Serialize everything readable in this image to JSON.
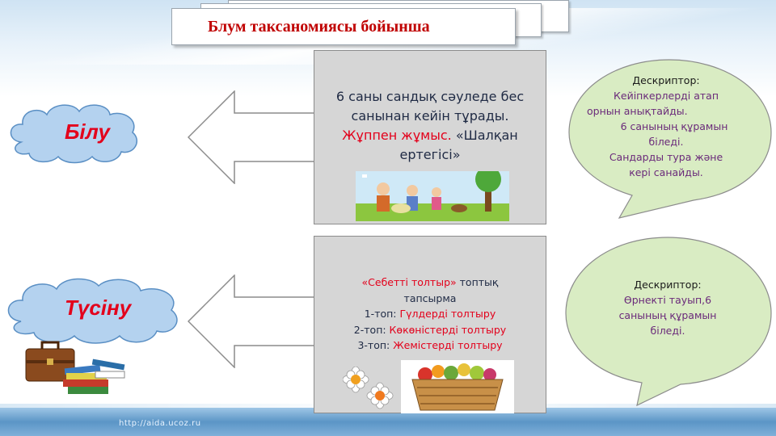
{
  "header": {
    "title": "Блум таксаномиясы бойынша"
  },
  "footer": {
    "url": "http://aida.ucoz.ru"
  },
  "levels": [
    {
      "label": "Білу",
      "panel": {
        "line1": "6 саны сандық сәуледе бес",
        "line2": "санынан кейін тұрады.",
        "group_work": "Жұппен жұмыс.",
        "tale": " «Шалқан",
        "tale_end": "ертегісі»"
      },
      "descriptor": {
        "title": "Дескриптор:",
        "line1": "Кейіпкерлерді атап",
        "line2": "орнын анықтайды.",
        "line3": "6 санының құрамын",
        "line4": "біледі.",
        "line5": "Сандарды тура және",
        "line6": "кері санайды."
      }
    },
    {
      "label": "Түсіну",
      "panel": {
        "task_name": "«Себетті толтыр»",
        "task_rest": " топтық",
        "task_word": "тапсырма",
        "g1_prefix": "1-топ: ",
        "g1_task": "Гүлдерді толтыру",
        "g2_prefix": "2-топ: ",
        "g2_task": "Көкөністерді толтыру",
        "g3_prefix": "3-топ: ",
        "g3_task": "Жемістерді толтыру"
      },
      "descriptor": {
        "title": "Дескриптор:",
        "line1": "Өрнекті тауып,6",
        "line2": "санының құрамын",
        "line3": "біледі."
      }
    }
  ],
  "colors": {
    "accent_red": "#e3001b",
    "title_red": "#c00000",
    "cloud_fill": "#b4d2ef",
    "bubble_fill": "#d9ecc3",
    "panel_fill": "#d6d6d6",
    "descriptor_text": "#6a2a7a"
  },
  "icons": [
    "cloud-icon",
    "arrow-left-icon",
    "speech-bubble-icon",
    "briefcase-books-icon",
    "flower-icon",
    "vegetable-basket-icon",
    "fairy-tale-illustration-icon"
  ]
}
